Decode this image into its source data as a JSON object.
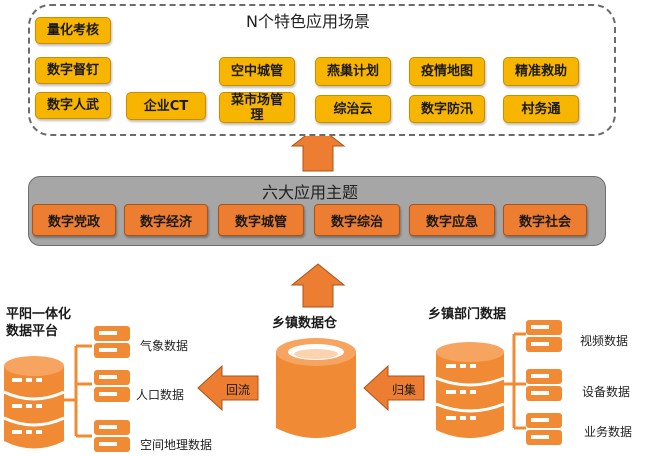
{
  "scenarios": {
    "title": "N个特色应用场景",
    "items": [
      "量化考核",
      "数字督钉",
      "数字人武",
      "企业CT",
      "空中城管",
      "菜市场管理",
      "燕巢计划",
      "综治云",
      "疫情地图",
      "数字防汛",
      "精准救助",
      "村务通"
    ]
  },
  "themes": {
    "title": "六大应用主题",
    "items": [
      "数字党政",
      "数字经济",
      "数字城管",
      "数字综治",
      "数字应急",
      "数字社会"
    ]
  },
  "platform": {
    "title_line1": "平阳一体化",
    "title_line2": "数据平台",
    "items": [
      "气象数据",
      "人口数据",
      "空间地理数据"
    ]
  },
  "warehouse": {
    "title": "乡镇数据仓"
  },
  "departments": {
    "title": "乡镇部门数据",
    "items": [
      "视频数据",
      "设备数据",
      "业务数据"
    ]
  },
  "flows": {
    "backflow": "回流",
    "collect": "归集"
  },
  "colors": {
    "scenario_fill": "#f7b500",
    "theme_fill": "#ed7d31",
    "theme_panel": "#a6a6a6",
    "storage": "#f08a34"
  }
}
